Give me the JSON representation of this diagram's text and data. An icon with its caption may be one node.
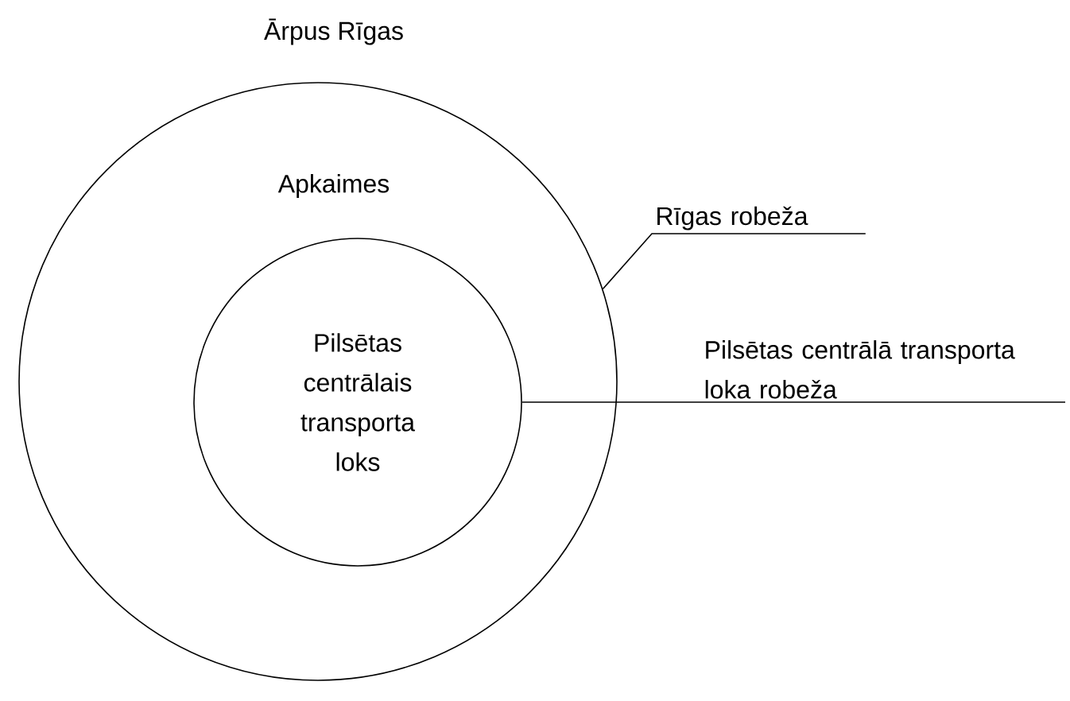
{
  "diagram": {
    "nodes": [
      {
        "text": [
          "Apkaimes"
        ]
      },
      {
        "text": [
          "Pilsētas centrālais transporta loks"
        ],
        "in": 0
      },
      {
        "text": [
          "Rīgas robeža"
        ]
      },
      {
        "text": [
          "Pilsētas centrālā transporta loka robeža"
        ]
      }
    ],
    "edges": [
      {
        "from": 2,
        "to": 0,
        "arrow": "none"
      },
      {
        "from": 3,
        "to": 1,
        "arrow": "none"
      }
    ],
    "labels": [
      "Ārpus Rīgas"
    ]
  }
}
